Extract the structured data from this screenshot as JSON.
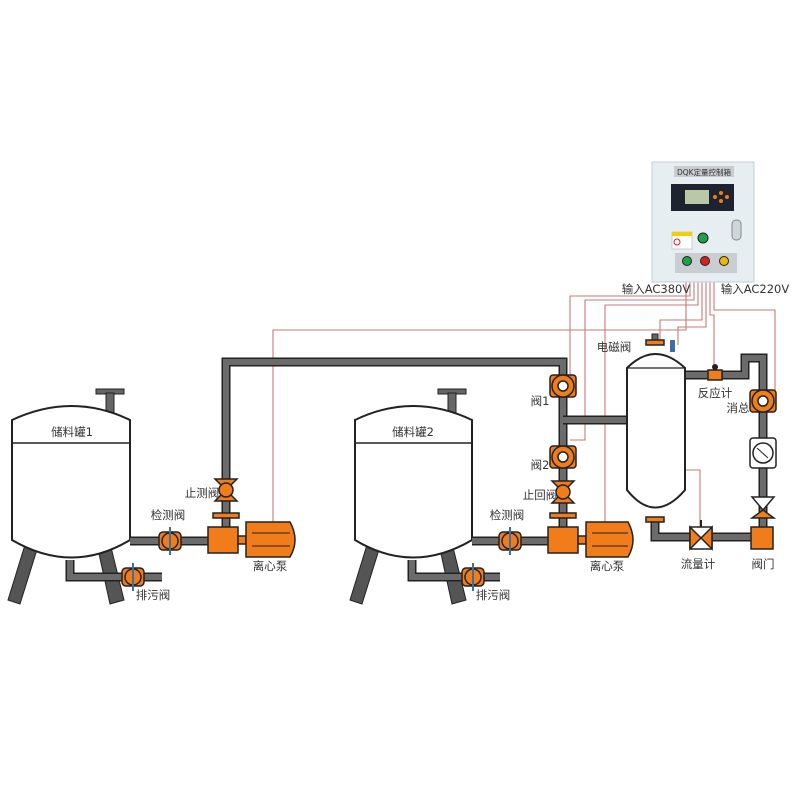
{
  "control_box": {
    "title": "DQK定量控制箱",
    "input_380": "输入AC380V",
    "input_220": "输入AC220V",
    "colors": {
      "green": "#1fa04a",
      "red": "#d8201e",
      "yellow": "#f2b705"
    }
  },
  "tank1": {
    "label": "储料罐1",
    "check_valve": "检测阀",
    "stop_valve": "止测阀",
    "pump": "离心泵",
    "drain_valve": "排污阀"
  },
  "tank2": {
    "label": "储料罐2",
    "check_valve": "检测阀",
    "stop_valve": "止回阀",
    "pump": "离心泵",
    "drain_valve": "排污阀",
    "valve1": "阀1",
    "valve2": "阀2"
  },
  "reactor": {
    "solenoid_valve": "电磁阀",
    "reaction_meter": "反应计",
    "relief": "消总",
    "flow_meter": "流量计",
    "gate_valve": "阀门"
  },
  "colors": {
    "accent": "#f07c1a",
    "pipe": "#6b6b6b",
    "wire": "#c87a7a"
  }
}
